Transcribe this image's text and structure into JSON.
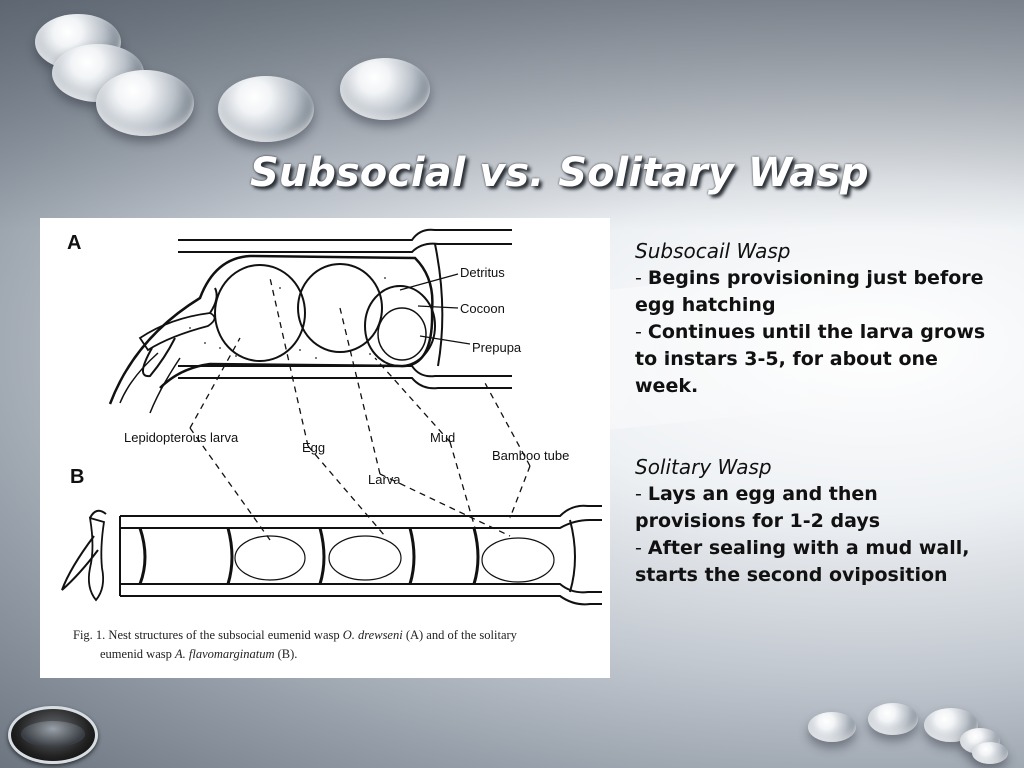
{
  "slide": {
    "title": "Subsocial vs. Solitary Wasp"
  },
  "figure": {
    "panel_a": "A",
    "panel_b": "B",
    "labels": {
      "detritus": "Detritus",
      "cocoon": "Cocoon",
      "prepupa": "Prepupa",
      "lepidopterous_larva": "Lepidopterous larva",
      "egg": "Egg",
      "mud": "Mud",
      "larva": "Larva",
      "bamboo_tube": "Bamboo tube"
    },
    "caption_line1_start": "Fig. 1.   Nest structures of the subsocial eumenid wasp ",
    "caption_species1": "O. drewseni",
    "caption_line1_end": " (A) and of the solitary",
    "caption_line2_start": "eumenid wasp ",
    "caption_species2": "A. flavomarginatum",
    "caption_line2_end": " (B)."
  },
  "sections": [
    {
      "heading": "Subsocail Wasp",
      "bullets": [
        "Begins provisioning just before egg hatching",
        "Continues until the larva grows to instars 3-5, for about one week."
      ]
    },
    {
      "heading": "Solitary Wasp",
      "bullets": [
        "Lays an egg and then provisions for 1-2 days",
        "After sealing with a mud wall, starts the second oviposition"
      ]
    }
  ],
  "bullet_marker": "-",
  "icons": {
    "nav": "slideshow-nav-button-icon"
  }
}
